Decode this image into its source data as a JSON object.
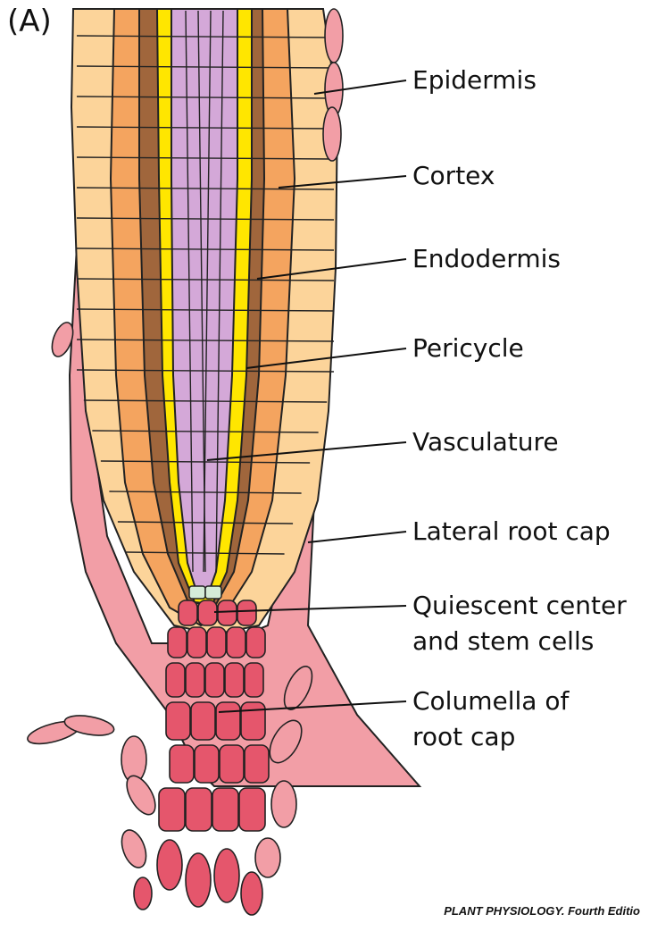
{
  "figure": {
    "panel_letter": "(A)",
    "credit": "PLANT PHYSIOLOGY. Fourth Editio"
  },
  "labels": {
    "epidermis": "Epidermis",
    "cortex": "Cortex",
    "endodermis": "Endodermis",
    "pericycle": "Pericycle",
    "vasculature": "Vasculature",
    "lateral_root_cap": "Lateral root cap",
    "quiescent_line1": "Quiescent center",
    "quiescent_line2": "and stem cells",
    "columella_line1": "Columella of",
    "columella_line2": "root cap"
  },
  "colors": {
    "epidermis": "#fcd49a",
    "cortex": "#f4a45f",
    "endodermis": "#a0663c",
    "pericycle": "#ffe600",
    "vasculature": "#d4a8d8",
    "lateral_root_cap": "#f29ea6",
    "quiescent_center": "#d5ecd8",
    "columella": "#e5566c",
    "outline": "#222222"
  }
}
